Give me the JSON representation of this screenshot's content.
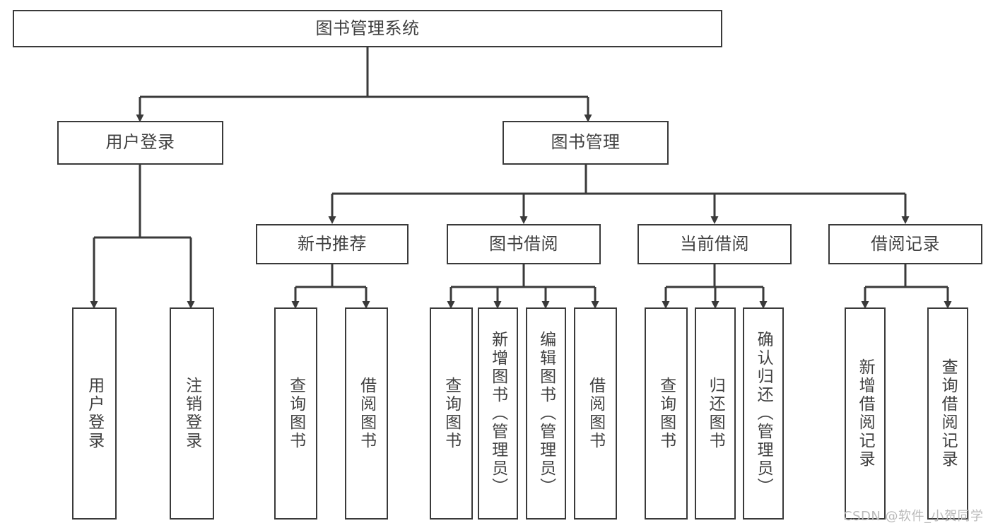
{
  "diagram": {
    "type": "hierarchy-tree",
    "title": "图书管理系统",
    "levels": 4,
    "colors": {
      "box_border": "#3a3a3a",
      "box_fill": "#ffffff",
      "connector": "#3a3a3a",
      "text": "#404040",
      "background": "#ffffff",
      "watermark": "#b9b9b9"
    },
    "nodes": {
      "root": {
        "label": "图书管理系统"
      },
      "level2": [
        {
          "id": "user-login",
          "label": "用户登录"
        },
        {
          "id": "book-manage",
          "label": "图书管理"
        }
      ],
      "level3": [
        {
          "id": "new-book-recommend",
          "label": "新书推荐"
        },
        {
          "id": "book-borrow",
          "label": "图书借阅"
        },
        {
          "id": "current-borrow",
          "label": "当前借阅"
        },
        {
          "id": "borrow-record",
          "label": "借阅记录"
        }
      ],
      "leaves": {
        "user_login": [
          {
            "id": "leaf-user-login",
            "label": "用户登录"
          },
          {
            "id": "leaf-logout-login",
            "label": "注销登录"
          }
        ],
        "new_book_recommend": [
          {
            "id": "leaf-query-book-1",
            "label": "查询图书"
          },
          {
            "id": "leaf-borrow-book-1",
            "label": "借阅图书"
          }
        ],
        "book_borrow": [
          {
            "id": "leaf-query-book-2",
            "label": "查询图书"
          },
          {
            "id": "leaf-add-book",
            "label": "新增图书（管理员）"
          },
          {
            "id": "leaf-edit-book",
            "label": "编辑图书（管理员）"
          },
          {
            "id": "leaf-borrow-book-2",
            "label": "借阅图书"
          }
        ],
        "current_borrow": [
          {
            "id": "leaf-query-book-3",
            "label": "查询图书"
          },
          {
            "id": "leaf-return-book",
            "label": "归还图书"
          },
          {
            "id": "leaf-confirm-return",
            "label": "确认归还（管理员）"
          }
        ],
        "borrow_record": [
          {
            "id": "leaf-add-record",
            "label": "新增借阅记录"
          },
          {
            "id": "leaf-query-record",
            "label": "查询借阅记录"
          }
        ]
      }
    },
    "watermark": "CSDN @软件_小贺同学"
  }
}
